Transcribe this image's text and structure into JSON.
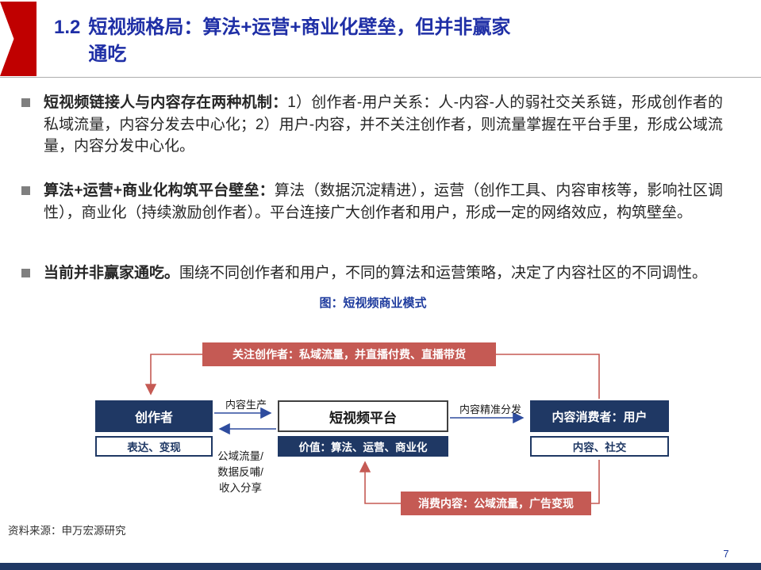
{
  "header": {
    "number": "1.2",
    "title_line1": "短视频格局：算法+运营+商业化壁垒，但并非赢家",
    "title_line2": "通吃"
  },
  "bullets": [
    {
      "lead": "短视频链接人与内容存在两种机制：",
      "rest": "1）创作者-用户关系：人-内容-人的弱社交关系链，形成创作者的私域流量，内容分发去中心化；2）用户-内容，并不关注创作者，则流量掌握在平台手里，形成公域流量，内容分发中心化。"
    },
    {
      "lead": "算法+运营+商业化构筑平台壁垒：",
      "rest": "算法（数据沉淀精进），运营（创作工具、内容审核等，影响社区调性），商业化（持续激励创作者）。平台连接广大创作者和用户，形成一定的网络效应，构筑壁垒。"
    },
    {
      "lead": "当前并非赢家通吃。",
      "rest": "围绕不同创作者和用户，不同的算法和运营策略，决定了内容社区的不同调性。"
    }
  ],
  "figure": {
    "title": "图：短视频商业模式",
    "top_flow_label": "关注创作者：私域流量，并直播付费、直播带货",
    "bottom_flow_label": "消费内容：公域流量，广告变现",
    "creator_box": "创作者",
    "creator_sub_box": "表达、变现",
    "platform_box": "短视频平台",
    "platform_sub_box": "价值：算法、运营、商业化",
    "consumer_box": "内容消费者：用户",
    "consumer_sub_box": "内容、社交",
    "arrow_label_production": "内容生产",
    "arrow_label_distribution": "内容精准分发",
    "arrow_label_feedback": "公域流量/\n数据反哺/\n收入分享"
  },
  "footer": {
    "source": "资料来源：申万宏源研究",
    "page_number": "7"
  },
  "colors": {
    "title_blue": "#1F2FA6",
    "accent_red": "#C00000",
    "flow_red": "#C55A54",
    "navy": "#1F3864",
    "figure_title_blue": "#1F3C9E",
    "arrow_blue": "#2E4C9E"
  }
}
